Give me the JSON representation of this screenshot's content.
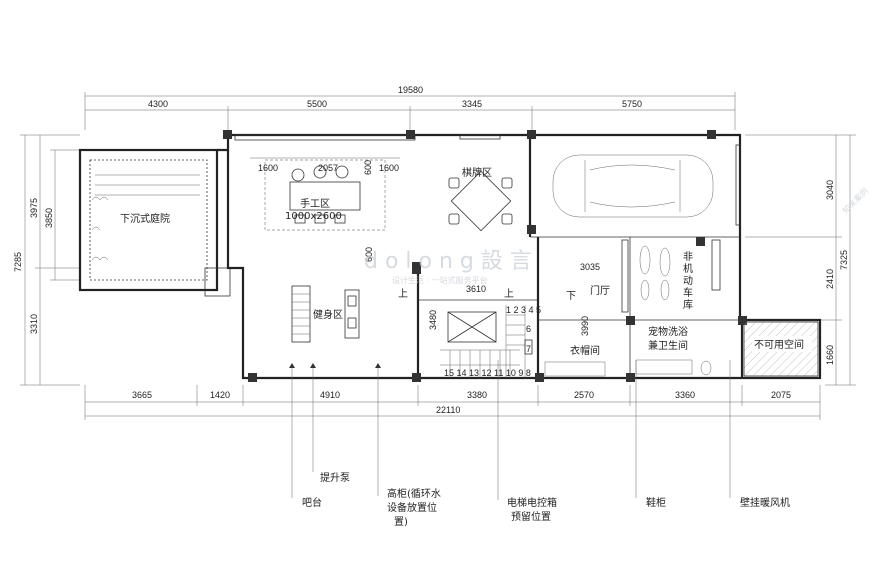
{
  "dimensions": {
    "top_total": "19580",
    "top_segments": [
      "4300",
      "5500",
      "3345",
      "5750"
    ],
    "bottom_segments": [
      "3665",
      "1420",
      "4910",
      "3380",
      "2570",
      "3360",
      "2075"
    ],
    "bottom_total": "22110",
    "left_outer": "7285",
    "left_upper": "3975",
    "left_inner": "3850",
    "left_lower": "3310",
    "right_outer": "7325",
    "right_upper": "3040",
    "right_middle": "2410",
    "right_lower": "1660",
    "inner": {
      "d1600a": "1600",
      "d2057": "2057",
      "d600a": "600",
      "d1600b": "1600",
      "d600b": "600",
      "d3610": "3610",
      "d3035": "3035",
      "d3480": "3480",
      "d3990": "3990"
    }
  },
  "rooms": {
    "sunken_courtyard": "下沉式庭院",
    "workshop": "手工区",
    "workshop_size": "1000x2600",
    "chess_room": "棋牌区",
    "gym": "健身区",
    "foyer": "门厅",
    "cloakroom": "衣帽间",
    "pet_bath": "宠物洗浴",
    "pet_bath_2": "兼卫生间",
    "unusable": "不可用空间",
    "garage_1": "非",
    "garage_2": "机",
    "garage_3": "动",
    "garage_4": "车",
    "garage_5": "库"
  },
  "stair": {
    "up_label_1": "上",
    "up_label_2": "上",
    "down_label": "下",
    "upper_steps": "1 2 3 4 5",
    "lower_steps": "15 14 13 12 11 10 9 8",
    "side_steps": [
      "6",
      "7"
    ]
  },
  "callouts": {
    "bar": "吧台",
    "lift_pump": "提升泵",
    "tall_cabinet_1": "高柜(循环水",
    "tall_cabinet_2": "设备放置位",
    "tall_cabinet_3": "置)",
    "elevator_box_1": "电梯电控箱",
    "elevator_box_2": "预留位置",
    "shoe_cabinet": "鞋柜",
    "heater": "壁挂暖风机"
  },
  "watermark": {
    "logo": "d o l o n g  設 言 ",
    "subtitle": "设计生活 · 一站式服务平台",
    "corner": "知末案例"
  }
}
